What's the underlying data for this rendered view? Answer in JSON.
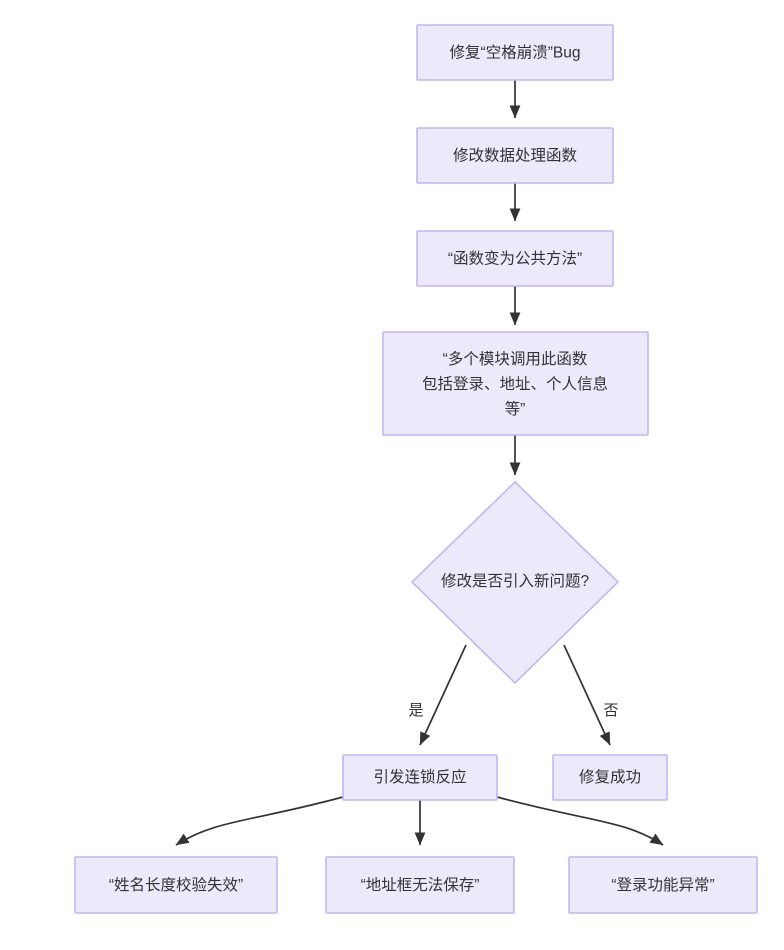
{
  "diagram": {
    "type": "flowchart",
    "direction": "top-down",
    "theme": {
      "node_fill": "#ece9fb",
      "node_border": "#c5b6ef",
      "edge_color": "#333333",
      "text_color": "#333333",
      "background": "#ffffff"
    },
    "nodes": [
      {
        "id": "n1",
        "shape": "rect",
        "lines": [
          "修复“空格崩溃”Bug"
        ]
      },
      {
        "id": "n2",
        "shape": "rect",
        "lines": [
          "修改数据处理函数"
        ]
      },
      {
        "id": "n3",
        "shape": "rect",
        "lines": [
          "“函数变为公共方法”"
        ]
      },
      {
        "id": "n4",
        "shape": "rect",
        "lines": [
          "“多个模块调用此函数",
          "包括登录、地址、个人信息",
          "等”"
        ]
      },
      {
        "id": "n5",
        "shape": "diamond",
        "lines": [
          "修改是否引入新问题?"
        ]
      },
      {
        "id": "n6",
        "shape": "rect",
        "lines": [
          "引发连锁反应"
        ]
      },
      {
        "id": "n7",
        "shape": "rect",
        "lines": [
          "修复成功"
        ]
      },
      {
        "id": "n8",
        "shape": "rect",
        "lines": [
          "“姓名长度校验失效”"
        ]
      },
      {
        "id": "n9",
        "shape": "rect",
        "lines": [
          "“地址框无法保存”"
        ]
      },
      {
        "id": "n10",
        "shape": "rect",
        "lines": [
          "“登录功能异常”"
        ]
      }
    ],
    "edges": [
      {
        "from": "n1",
        "to": "n2",
        "label": ""
      },
      {
        "from": "n2",
        "to": "n3",
        "label": ""
      },
      {
        "from": "n3",
        "to": "n4",
        "label": ""
      },
      {
        "from": "n4",
        "to": "n5",
        "label": ""
      },
      {
        "from": "n5",
        "to": "n6",
        "label": "是"
      },
      {
        "from": "n5",
        "to": "n7",
        "label": "否"
      },
      {
        "from": "n6",
        "to": "n8",
        "label": ""
      },
      {
        "from": "n6",
        "to": "n9",
        "label": ""
      },
      {
        "from": "n6",
        "to": "n10",
        "label": ""
      }
    ]
  }
}
